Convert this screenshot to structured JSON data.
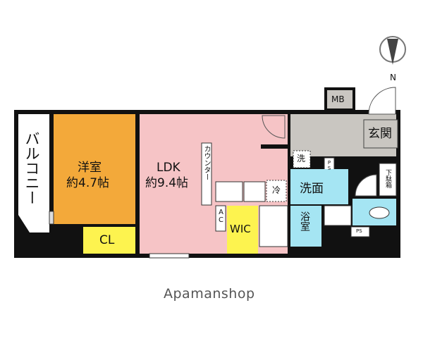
{
  "compass": {
    "label": "N"
  },
  "rooms": {
    "balcony": "バルコニー",
    "western_room": {
      "name": "洋室",
      "size": "約4.7帖"
    },
    "closet": "CL",
    "ldk": {
      "name": "LDK",
      "size": "約9.4帖"
    },
    "counter": "カウンター",
    "fridge": "冷",
    "wic": "WIC",
    "ac": "AC",
    "washer": "洗",
    "ps_upper": "PS",
    "washroom": "洗面",
    "bathroom": "浴室",
    "entrance": "玄関",
    "shoe_box": "下駄箱",
    "mb": "MB",
    "ps_lower": "PS"
  },
  "brand": "Apamanshop",
  "colors": {
    "western_room": "#f3a93a",
    "ldk": "#f6c4c6",
    "closet": "#fdf34f",
    "wic": "#fdf34f",
    "entrance": "#c9c6c1",
    "washroom": "#a5e5f3",
    "bathroom": "#a5e5f3",
    "toilet": "#a5e5f3",
    "wall": "#111111"
  }
}
